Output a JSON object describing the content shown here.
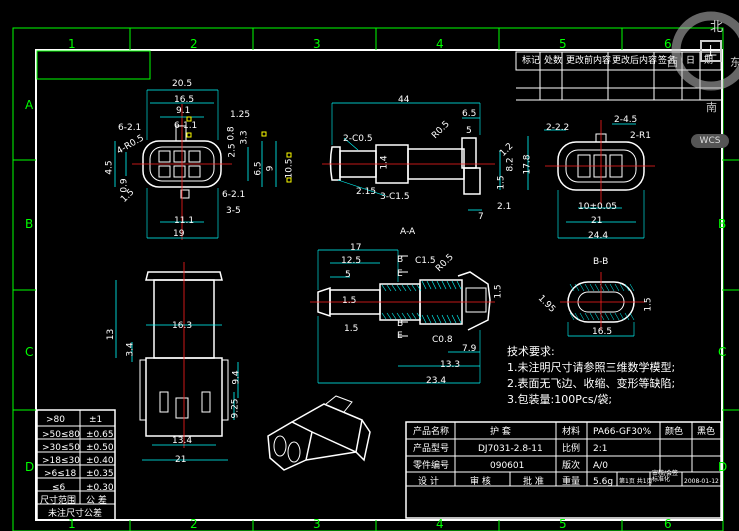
{
  "grid": {
    "top_numbers": [
      "1",
      "2",
      "3",
      "4",
      "5",
      "6"
    ],
    "side_letters": [
      "A",
      "B",
      "C",
      "D"
    ]
  },
  "revision_table": {
    "headers": [
      "标记",
      "处数",
      "更改前内容",
      "更改后内容",
      "签名",
      "日",
      "期"
    ]
  },
  "section_labels": {
    "aa": "A-A",
    "bb": "B-B",
    "b_mark": "B",
    "e_mark": "E"
  },
  "dimensions": {
    "front": [
      "20.5",
      "16.5",
      "9.1",
      "1.25",
      "6-2.1",
      "4-R0.5",
      "6-1.1",
      "4.5",
      "0.9",
      "1.5",
      "0.8",
      "3.3",
      "2.5",
      "6.5",
      "9",
      "10.5",
      "6-2.1",
      "3-5",
      "11.1",
      "19"
    ],
    "side": [
      "44",
      "6.5",
      "2-C0.5",
      "R0.5",
      "5",
      "1.2",
      "1.4",
      "2.15",
      "3-C1.5",
      "1.5",
      "7",
      "2.1",
      "17.8",
      "8.2"
    ],
    "right": [
      "2-2.2",
      "2-4.5",
      "2-R1",
      "10±0.05",
      "21",
      "24.4"
    ],
    "section_aa": [
      "17",
      "12.5",
      "5",
      "1.5",
      "C1.5",
      "C0.8",
      "R0.5",
      "1.5",
      "1.5",
      "7.9",
      "13.3",
      "23.4"
    ],
    "section_bb": [
      "1.95",
      "16.5",
      "1.5"
    ],
    "bottom": [
      "16.3",
      "13",
      "3.4",
      "9.4",
      "9.25",
      "13.4",
      "21"
    ]
  },
  "notes": {
    "title": "技术要求:",
    "items": [
      "1.未注明尺寸请参照三维数学模型;",
      "2.表面无飞边、收缩、变形等缺陷;",
      "3.包装量:100Pcs/袋;"
    ]
  },
  "title_block": {
    "product_name_label": "产品名称",
    "product_name": "护 套",
    "material_label": "材料",
    "material": "PA66-GF30%",
    "color_label": "颜色",
    "color": "黑色",
    "model_label": "产品型号",
    "model": "DJ7031-2.8-11",
    "scale_label": "比例",
    "scale": "2:1",
    "part_no_label": "零件编号",
    "part_no": "090601",
    "version_label": "版次",
    "version": "A/0",
    "design_label": "设 计",
    "check_label": "审 核",
    "approve_label": "批 准",
    "weight_label": "重量",
    "weight": "5.6g",
    "sheet": "第1页 共1页",
    "sign": "审核/会签 标准化",
    "date": "2008-01-12"
  },
  "tolerance_table": {
    "rows": [
      [
        ">80",
        "±1"
      ],
      [
        ">50≤80",
        "±0.65"
      ],
      [
        ">30≤50",
        "±0.50"
      ],
      [
        ">18≤30",
        "±0.40"
      ],
      [
        ">6≤18",
        "±0.35"
      ],
      [
        "≤6",
        "±0.30"
      ]
    ],
    "header_range": "尺寸范围",
    "header_tol": "公 差",
    "footer": "未注尺寸公差"
  },
  "viewcube": {
    "n": "北",
    "s": "南",
    "e": "东",
    "w": "西",
    "center": "上",
    "wcs": "WCS"
  }
}
